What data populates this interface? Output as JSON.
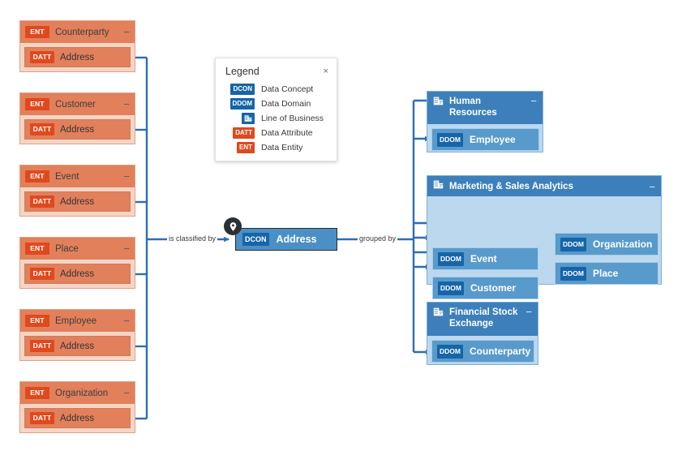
{
  "diagram": {
    "background": "#ffffff",
    "edge_color": "#2e6db4",
    "edge_labels": {
      "left": "is classified by",
      "right": "grouped by"
    }
  },
  "legend": {
    "title": "Legend",
    "close_label": "×",
    "items": [
      {
        "code": "DCON",
        "label": "Data Concept",
        "type": "badge",
        "color": "#1565a8"
      },
      {
        "code": "DDOM",
        "label": "Data Domain",
        "type": "badge",
        "color": "#1565a8"
      },
      {
        "code": "",
        "label": "Line of Business",
        "type": "building",
        "color": "#1565a8"
      },
      {
        "code": "DATT",
        "label": "Data Attribute",
        "type": "badge",
        "color": "#e0491d"
      },
      {
        "code": "ENT",
        "label": "Data Entity",
        "type": "badge",
        "color": "#e0491d"
      }
    ]
  },
  "entities": [
    {
      "badge": "ENT",
      "title": "Counterparty",
      "collapse": "−",
      "attribute": {
        "badge": "DATT",
        "label": "Address"
      }
    },
    {
      "badge": "ENT",
      "title": "Customer",
      "collapse": "−",
      "attribute": {
        "badge": "DATT",
        "label": "Address"
      }
    },
    {
      "badge": "ENT",
      "title": "Event",
      "collapse": "−",
      "attribute": {
        "badge": "DATT",
        "label": "Address"
      }
    },
    {
      "badge": "ENT",
      "title": "Place",
      "collapse": "−",
      "attribute": {
        "badge": "DATT",
        "label": "Address"
      }
    },
    {
      "badge": "ENT",
      "title": "Employee",
      "collapse": "−",
      "attribute": {
        "badge": "DATT",
        "label": "Address"
      }
    },
    {
      "badge": "ENT",
      "title": "Organization",
      "collapse": "−",
      "attribute": {
        "badge": "DATT",
        "label": "Address"
      }
    }
  ],
  "concept": {
    "badge": "DCON",
    "label": "Address",
    "pin_icon": "map-pin-icon"
  },
  "lines_of_business": [
    {
      "title": "Human Resources",
      "collapse": "−",
      "domains": [
        {
          "badge": "DDOM",
          "label": "Employee"
        }
      ]
    },
    {
      "title": "Marketing & Sales Analytics",
      "collapse": "−",
      "domains": [
        {
          "badge": "DDOM",
          "label": "Organization"
        },
        {
          "badge": "DDOM",
          "label": "Event"
        },
        {
          "badge": "DDOM",
          "label": "Place"
        },
        {
          "badge": "DDOM",
          "label": "Customer"
        }
      ]
    },
    {
      "title": "Financial Stock Exchange",
      "collapse": "−",
      "domains": [
        {
          "badge": "DDOM",
          "label": "Counterparty"
        }
      ]
    }
  ]
}
